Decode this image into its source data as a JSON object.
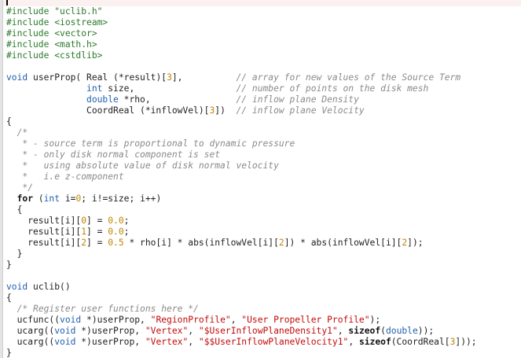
{
  "editor": {
    "current_line": 0,
    "lines": [
      [],
      [
        [
          "pp",
          "#include \"uclib.h\""
        ]
      ],
      [
        [
          "pp",
          "#include <iostream>"
        ]
      ],
      [
        [
          "pp",
          "#include <vector>"
        ]
      ],
      [
        [
          "pp",
          "#include <math.h>"
        ]
      ],
      [
        [
          "pp",
          "#include <cstdlib>"
        ]
      ],
      [],
      [
        [
          "kw",
          "void"
        ],
        [
          "plain",
          " userProp( Real (*result)["
        ],
        [
          "num",
          "3"
        ],
        [
          "plain",
          "],          "
        ],
        [
          "com",
          "// array for new values of the Source Term"
        ]
      ],
      [
        [
          "plain",
          "               "
        ],
        [
          "kw",
          "int"
        ],
        [
          "plain",
          " size,                   "
        ],
        [
          "com",
          "// number of points on the disk mesh"
        ]
      ],
      [
        [
          "plain",
          "               "
        ],
        [
          "kw",
          "double"
        ],
        [
          "plain",
          " *rho,                "
        ],
        [
          "com",
          "// inflow plane Density"
        ]
      ],
      [
        [
          "plain",
          "               CoordReal (*inflowVel)["
        ],
        [
          "num",
          "3"
        ],
        [
          "plain",
          "])  "
        ],
        [
          "com",
          "// inflow plane Velocity"
        ]
      ],
      [
        [
          "plain",
          "{"
        ]
      ],
      [
        [
          "com",
          "  /*"
        ]
      ],
      [
        [
          "com",
          "   * - source term is proportional to dynamic pressure"
        ]
      ],
      [
        [
          "com",
          "   * - only disk normal component is set"
        ]
      ],
      [
        [
          "com",
          "   *   using absolute value of disk normal velocity"
        ]
      ],
      [
        [
          "com",
          "   *   i.e z-component"
        ]
      ],
      [
        [
          "com",
          "   */"
        ]
      ],
      [
        [
          "plain",
          "  "
        ],
        [
          "bold",
          "for"
        ],
        [
          "plain",
          " ("
        ],
        [
          "kw",
          "int"
        ],
        [
          "plain",
          " i="
        ],
        [
          "num",
          "0"
        ],
        [
          "plain",
          "; i!=size; i++)"
        ]
      ],
      [
        [
          "plain",
          "  {"
        ]
      ],
      [
        [
          "plain",
          "    result[i]["
        ],
        [
          "num",
          "0"
        ],
        [
          "plain",
          "] = "
        ],
        [
          "num",
          "0.0"
        ],
        [
          "plain",
          ";"
        ]
      ],
      [
        [
          "plain",
          "    result[i]["
        ],
        [
          "num",
          "1"
        ],
        [
          "plain",
          "] = "
        ],
        [
          "num",
          "0.0"
        ],
        [
          "plain",
          ";"
        ]
      ],
      [
        [
          "plain",
          "    result[i]["
        ],
        [
          "num",
          "2"
        ],
        [
          "plain",
          "] = "
        ],
        [
          "num",
          "0.5"
        ],
        [
          "plain",
          " * rho[i] * abs(inflowVel[i]["
        ],
        [
          "num",
          "2"
        ],
        [
          "plain",
          "]) * abs(inflowVel[i]["
        ],
        [
          "num",
          "2"
        ],
        [
          "plain",
          "]);"
        ]
      ],
      [
        [
          "plain",
          "  }"
        ]
      ],
      [
        [
          "plain",
          "}"
        ]
      ],
      [],
      [
        [
          "kw",
          "void"
        ],
        [
          "plain",
          " uclib()"
        ]
      ],
      [
        [
          "plain",
          "{"
        ]
      ],
      [
        [
          "plain",
          "  "
        ],
        [
          "com",
          "/* Register user functions here */"
        ]
      ],
      [
        [
          "plain",
          "  ucfunc(("
        ],
        [
          "kw",
          "void"
        ],
        [
          "plain",
          " *)userProp, "
        ],
        [
          "str",
          "\"RegionProfile\""
        ],
        [
          "plain",
          ", "
        ],
        [
          "str",
          "\"User Propeller Profile\""
        ],
        [
          "plain",
          ");"
        ]
      ],
      [
        [
          "plain",
          "  ucarg(("
        ],
        [
          "kw",
          "void"
        ],
        [
          "plain",
          " *)userProp, "
        ],
        [
          "str",
          "\"Vertex\""
        ],
        [
          "plain",
          ", "
        ],
        [
          "str",
          "\"$UserInflowPlaneDensity1\""
        ],
        [
          "plain",
          ", "
        ],
        [
          "bold",
          "sizeof"
        ],
        [
          "plain",
          "("
        ],
        [
          "kw",
          "double"
        ],
        [
          "plain",
          "));"
        ]
      ],
      [
        [
          "plain",
          "  ucarg(("
        ],
        [
          "kw",
          "void"
        ],
        [
          "plain",
          " *)userProp, "
        ],
        [
          "str",
          "\"Vertex\""
        ],
        [
          "plain",
          ", "
        ],
        [
          "str",
          "\"$$UserInflowPlaneVelocity1\""
        ],
        [
          "plain",
          ", "
        ],
        [
          "bold",
          "sizeof"
        ],
        [
          "plain",
          "(CoordReal["
        ],
        [
          "num",
          "3"
        ],
        [
          "plain",
          "]));"
        ]
      ],
      [
        [
          "plain",
          "}"
        ]
      ]
    ]
  }
}
